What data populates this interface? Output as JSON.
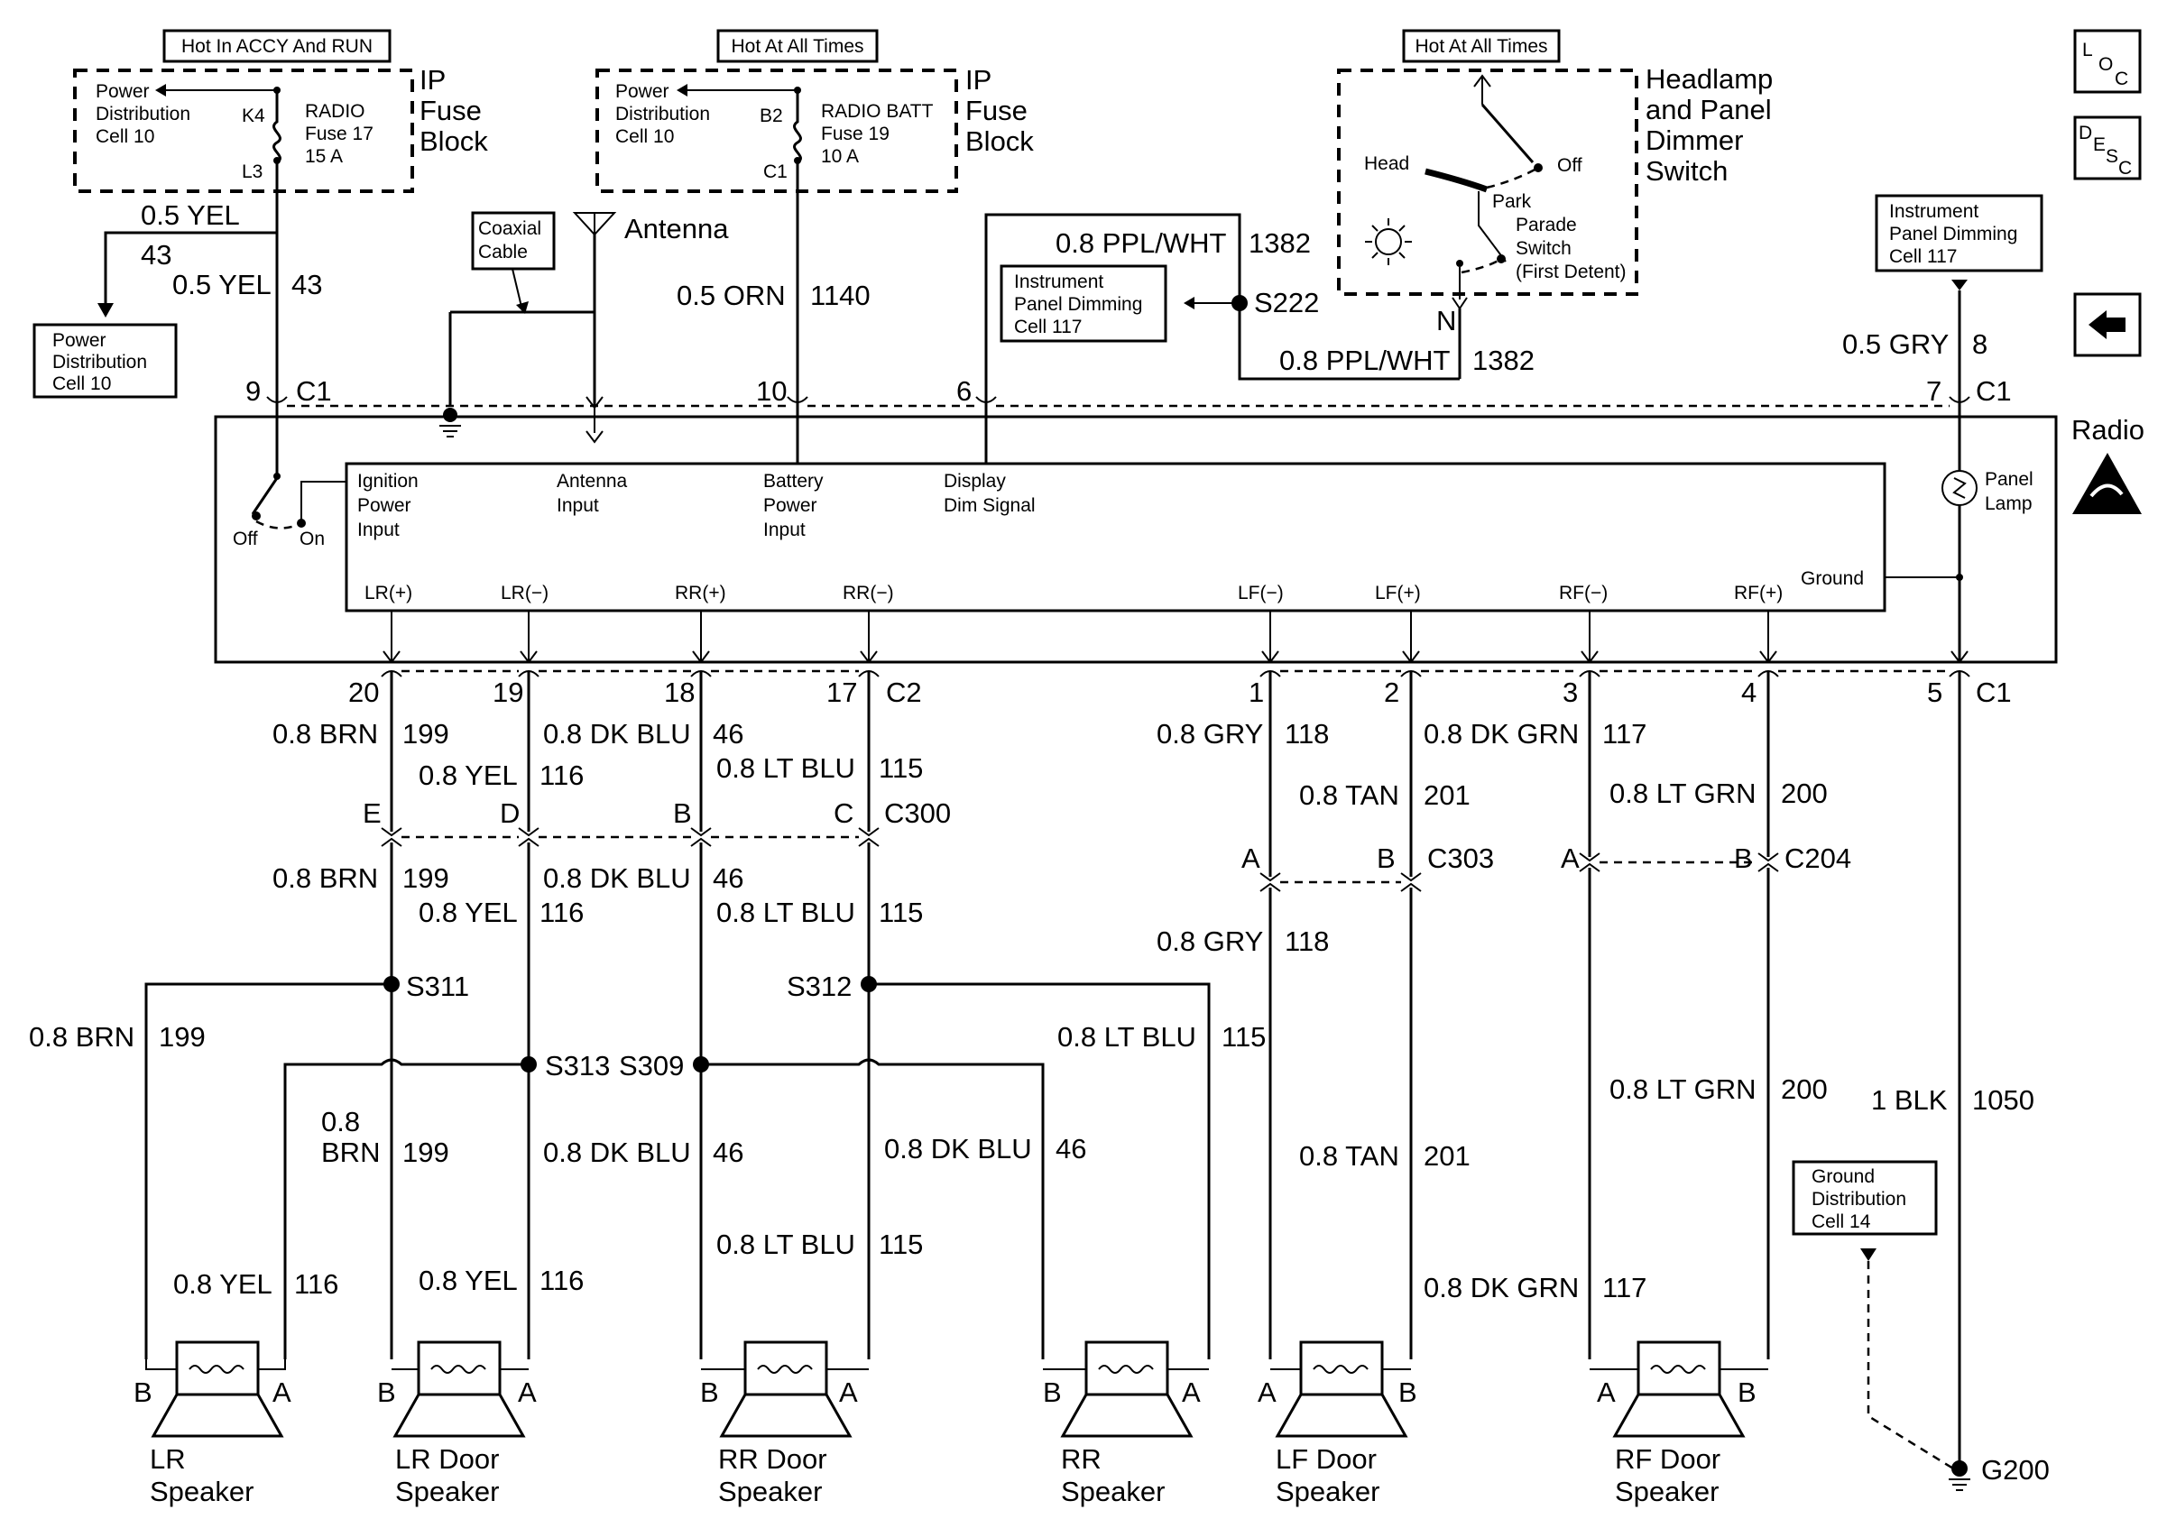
{
  "header_labels": [
    "Hot In ACCY And RUN",
    "Hot At All Times",
    "Hot At All Times"
  ],
  "fuse_left": {
    "dist": [
      "Power",
      "Distribution",
      "Cell 10"
    ],
    "pin_top": "K4",
    "pin_bottom": "L3",
    "name": [
      "RADIO",
      "Fuse 17",
      "15 A"
    ],
    "block": [
      "IP",
      "Fuse",
      "Block"
    ]
  },
  "fuse_mid": {
    "dist": [
      "Power",
      "Distribution",
      "Cell 10"
    ],
    "pin_top": "B2",
    "pin_bottom": "C1",
    "name": [
      "RADIO BATT",
      "Fuse 19",
      "10 A"
    ],
    "block": [
      "IP",
      "Fuse",
      "Block"
    ]
  },
  "switch": {
    "title": [
      "Headlamp",
      "and Panel",
      "Dimmer",
      "Switch"
    ],
    "head": "Head",
    "off": "Off",
    "park": "Park",
    "parade": [
      "Parade",
      "Switch",
      "(First Detent)"
    ],
    "n": "N"
  },
  "loc_icon": {
    "a": "L",
    "b": "O",
    "c": "C"
  },
  "desc_icon": {
    "a": "D",
    "b": "E",
    "c": "S",
    "d": "C"
  },
  "boxes": {
    "power_dist": [
      "Power",
      "Distribution",
      "Cell 10"
    ],
    "coax": [
      "Coaxial",
      "Cable"
    ],
    "ipd_mid": [
      "Instrument",
      "Panel Dimming",
      "Cell 117"
    ],
    "ipd_right": [
      "Instrument",
      "Panel Dimming",
      "Cell 117"
    ],
    "ground_dist": [
      "Ground",
      "Distribution",
      "Cell 14"
    ]
  },
  "antenna": "Antenna",
  "radio_label": "Radio",
  "radio_inputs": {
    "off": "Off",
    "on": "On",
    "ign": [
      "Ignition",
      "Power",
      "Input"
    ],
    "ant": [
      "Antenna",
      "Input"
    ],
    "batt": [
      "Battery",
      "Power",
      "Input"
    ],
    "dim": [
      "Display",
      "Dim Signal"
    ],
    "lamp": [
      "Panel",
      "Lamp"
    ],
    "ground": "Ground"
  },
  "speaker_terms": [
    "LR(+)",
    "LR(−)",
    "RR(+)",
    "RR(−)",
    "LF(−)",
    "LF(+)",
    "RF(−)",
    "RF(+)"
  ],
  "top_wires": [
    {
      "color": "0.5 YEL",
      "circuit": "43"
    },
    {
      "color": "0.5 YEL",
      "circuit": "43"
    },
    {
      "color": "0.5 ORN",
      "circuit": "1140"
    },
    {
      "color": "0.8 PPL/WHT",
      "circuit": "1382"
    },
    {
      "color": "0.8 PPL/WHT",
      "circuit": "1382"
    },
    {
      "color": "0.5 GRY",
      "circuit": "8"
    }
  ],
  "splices": [
    "S222",
    "S311",
    "S312",
    "S313",
    "S309"
  ],
  "c1_top": {
    "pins": [
      "9",
      "10",
      "6",
      "7"
    ],
    "name": "C1"
  },
  "c2": {
    "pins": [
      "20",
      "19",
      "18",
      "17"
    ],
    "name": "C2"
  },
  "c1_bottom": {
    "pins": [
      "1",
      "2",
      "3",
      "4",
      "5"
    ],
    "name": "C1"
  },
  "c300": {
    "pins": [
      "E",
      "D",
      "B",
      "C"
    ],
    "name": "C300"
  },
  "c303": {
    "pins": [
      "A",
      "B"
    ],
    "name": "C303"
  },
  "c204": {
    "pins": [
      "A",
      "B"
    ],
    "name": "C204"
  },
  "wires": [
    {
      "color": "0.8 BRN",
      "circuit": "199"
    },
    {
      "color": "0.8 YEL",
      "circuit": "116"
    },
    {
      "color": "0.8 DK BLU",
      "circuit": "46"
    },
    {
      "color": "0.8 LT BLU",
      "circuit": "115"
    },
    {
      "color": "0.8 GRY",
      "circuit": "118"
    },
    {
      "color": "0.8 TAN",
      "circuit": "201"
    },
    {
      "color": "0.8 DK GRN",
      "circuit": "117"
    },
    {
      "color": "0.8 LT GRN",
      "circuit": "200"
    },
    {
      "color": "1 BLK",
      "circuit": "1050"
    },
    {
      "color": "0.8",
      "color2": "BRN"
    }
  ],
  "ground": "G200",
  "speakers": [
    {
      "name": [
        "LR",
        "Speaker"
      ],
      "a": "B",
      "b": "A"
    },
    {
      "name": [
        "LR Door",
        "Speaker"
      ],
      "a": "B",
      "b": "A"
    },
    {
      "name": [
        "RR Door",
        "Speaker"
      ],
      "a": "B",
      "b": "A"
    },
    {
      "name": [
        "RR",
        "Speaker"
      ],
      "a": "B",
      "b": "A"
    },
    {
      "name": [
        "LF Door",
        "Speaker"
      ],
      "a": "A",
      "b": "B"
    },
    {
      "name": [
        "RF Door",
        "Speaker"
      ],
      "a": "A",
      "b": "B"
    }
  ]
}
